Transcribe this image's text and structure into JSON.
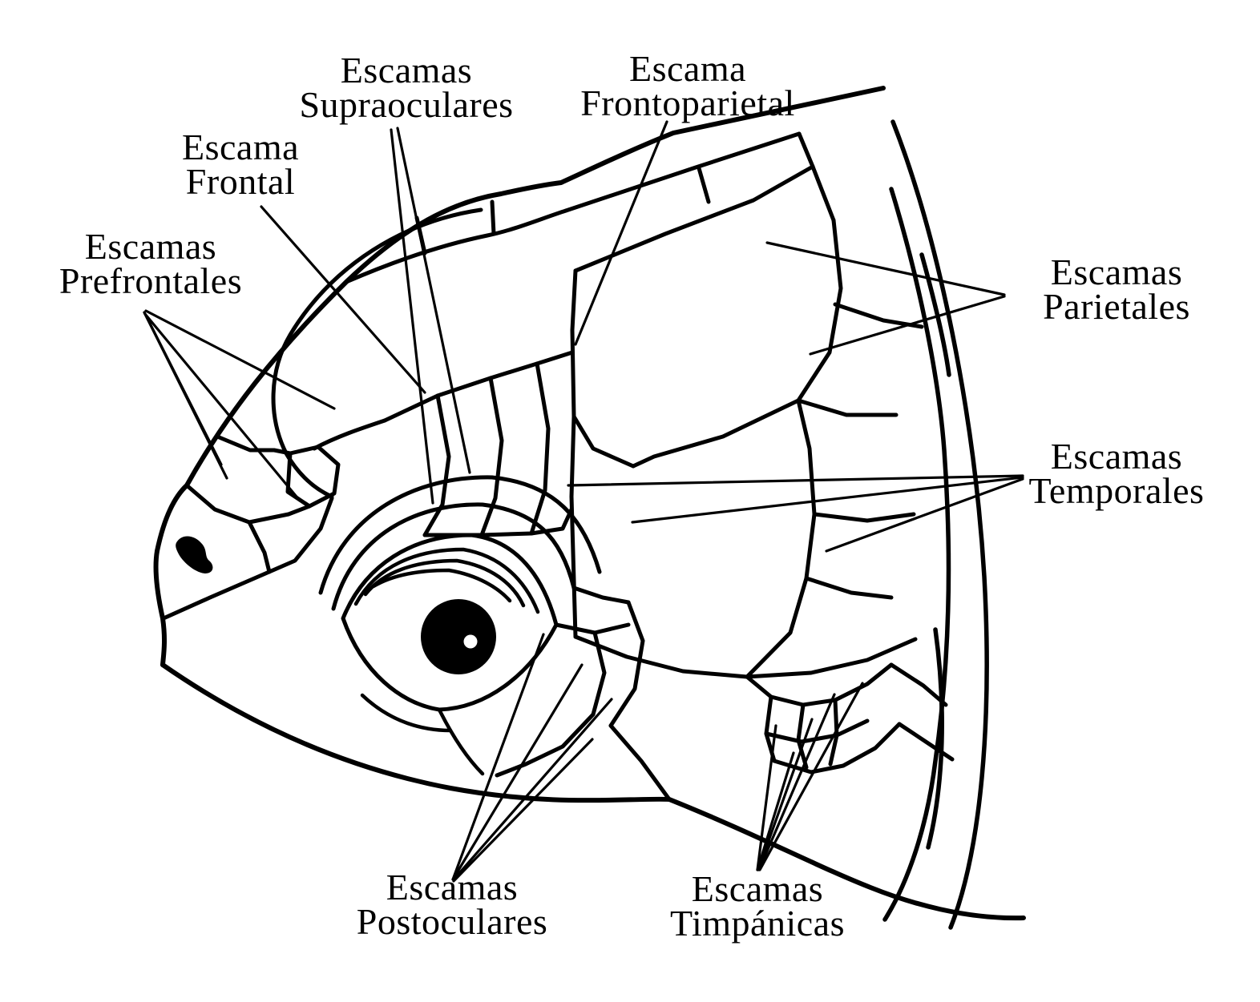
{
  "page": {
    "background_color": "#ffffff",
    "ink_color": "#000000"
  },
  "figure": {
    "kind": "labeled-anatomical-line-drawing",
    "language": "es",
    "labels": {
      "supraoculares": {
        "line1": "Escamas",
        "line2": "Supraoculares"
      },
      "frontoparietal": {
        "line1": "Escama",
        "line2": "Frontoparietal"
      },
      "frontal": {
        "line1": "Escama",
        "line2": "Frontal"
      },
      "prefrontales": {
        "line1": "Escamas",
        "line2": "Prefrontales"
      },
      "parietales": {
        "line1": "Escamas",
        "line2": "Parietales"
      },
      "temporales": {
        "line1": "Escamas",
        "line2": "Temporales"
      },
      "postoculares": {
        "line1": "Escamas",
        "line2": "Postoculares"
      },
      "timpanicas": {
        "line1": "Escamas",
        "line2": "Timpánicas"
      }
    }
  }
}
